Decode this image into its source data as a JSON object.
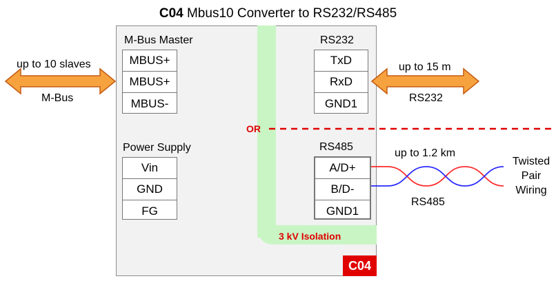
{
  "title": {
    "code": "C04",
    "text": "Mbus10 Converter to RS232/RS485"
  },
  "isolation_label": "3 kV Isolation",
  "badge": "C04",
  "or_label": "OR",
  "mbus_master": {
    "heading": "M-Bus Master",
    "terminals": [
      "MBUS+",
      "MBUS+",
      "MBUS-"
    ]
  },
  "power_supply": {
    "heading": "Power Supply",
    "terminals": [
      "Vin",
      "GND",
      "FG"
    ]
  },
  "rs232": {
    "heading": "RS232",
    "terminals": [
      "TxD",
      "RxD",
      "GND1"
    ]
  },
  "rs485": {
    "heading": "RS485",
    "terminals": [
      "A/D+",
      "B/D-",
      "GND1"
    ]
  },
  "left_link": {
    "top": "up to 10 slaves",
    "bottom": "M-Bus"
  },
  "rs232_link": {
    "top": "up to 15 m",
    "bottom": "RS232"
  },
  "rs485_link": {
    "top": "up to 1.2 km",
    "bottom": "RS485"
  },
  "twisted_pair": [
    "Twisted",
    "Pair",
    "Wiring"
  ],
  "colors": {
    "arrow_fill": "#f6a33f",
    "arrow_stroke": "#c55a11",
    "isolation": "#c9f5c5",
    "red": "#e00000",
    "wire_red": "#ff2a2a",
    "wire_blue": "#2a2aff"
  }
}
